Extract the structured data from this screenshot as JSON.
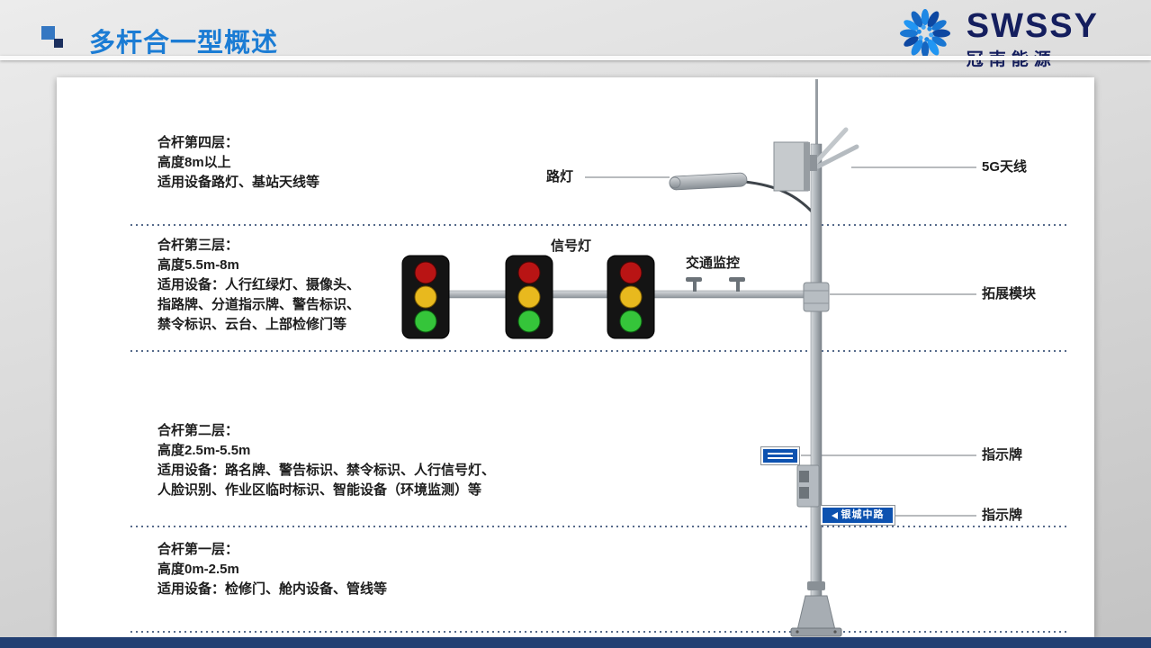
{
  "slide": {
    "title": "多杆合一型概述",
    "logo_brand": "SWSSY",
    "logo_subtitle": "冠南能源"
  },
  "layers": [
    {
      "title": "合杆第四层：",
      "body": "高度8m以上\n适用设备路灯、基站天线等"
    },
    {
      "title": "合杆第三层：",
      "body": "高度5.5m-8m\n适用设备：人行红绿灯、摄像头、\n指路牌、分道指示牌、警告标识、\n禁令标识、云台、上部检修门等"
    },
    {
      "title": "合杆第二层：",
      "body": "高度2.5m-5.5m\n适用设备：路名牌、警告标识、禁令标识、人行信号灯、\n人脸识别、作业区临时标识、智能设备（环境监测）等"
    },
    {
      "title": "合杆第一层：",
      "body": "高度0m-2.5m\n适用设备：检修门、舱内设备、管线等"
    }
  ],
  "callouts": {
    "street_light": "路灯",
    "signal_light": "信号灯",
    "traffic_monitor": "交通监控",
    "antenna_5g": "5G天线",
    "expansion_module": "拓展模块",
    "sign_upper": "指示牌",
    "sign_lower": "指示牌",
    "road_sign": "银城中路"
  },
  "colors": {
    "title_blue": "#1b7cd4",
    "brand_navy": "#141e5e",
    "separator_navy": "#1f3864",
    "bottom_bar_navy": "#223f72",
    "sign_blue": "#0d52b0",
    "traffic_red": "#b91414",
    "traffic_yellow": "#e8b91e",
    "traffic_green": "#35c53a"
  }
}
